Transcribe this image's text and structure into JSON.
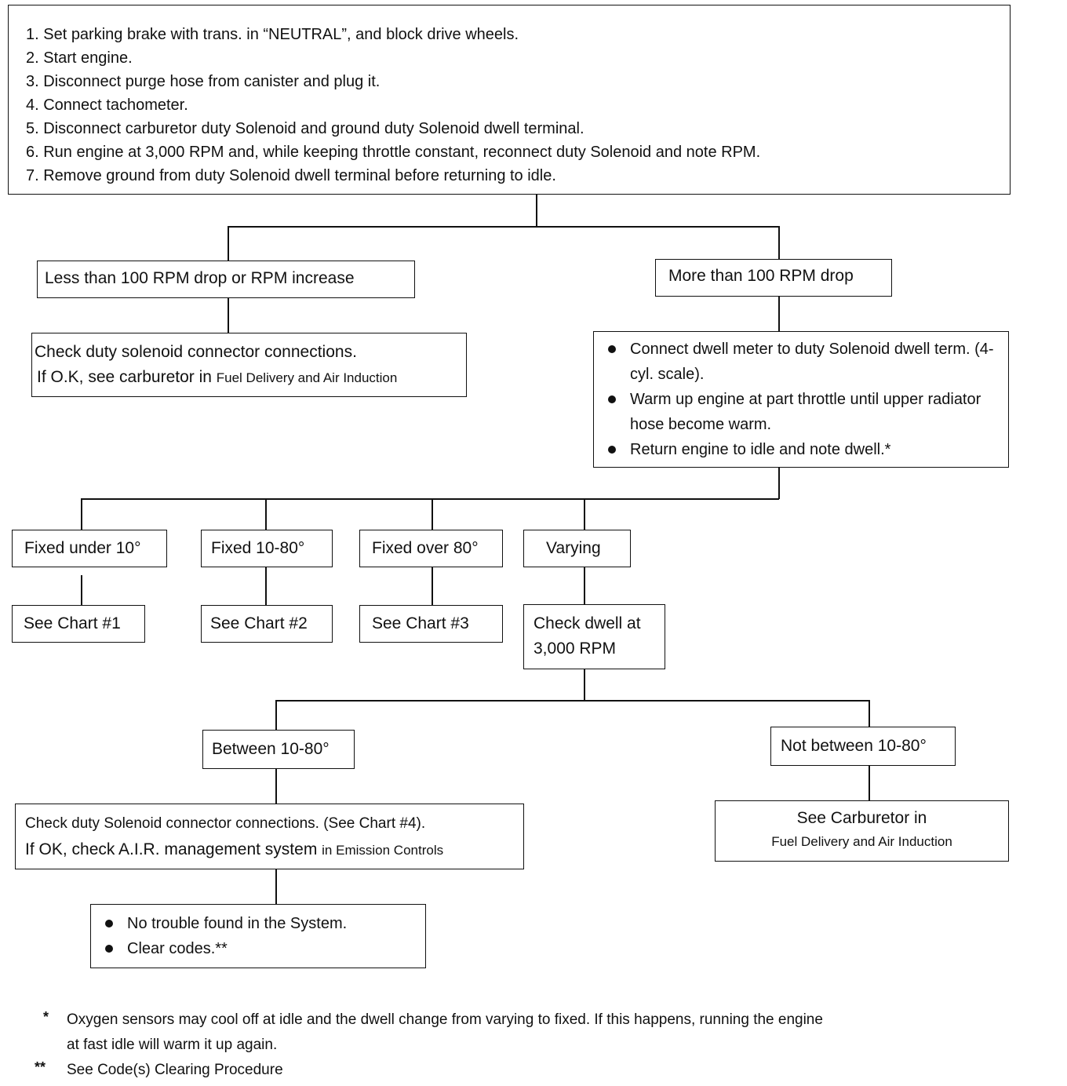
{
  "steps": [
    "1. Set parking brake with trans. in “NEUTRAL”, and block drive wheels.",
    "2. Start engine.",
    "3. Disconnect purge hose from canister and plug it.",
    "4. Connect tachometer.",
    "5. Disconnect carburetor duty Solenoid and ground duty Solenoid dwell terminal.",
    "6. Run engine at 3,000 RPM and, while keeping throttle constant, reconnect duty Solenoid and note RPM.",
    "7. Remove ground from duty Solenoid dwell terminal before returning to idle."
  ],
  "branch_left": "Less than 100 RPM drop or RPM increase",
  "branch_right": "More than 100 RPM drop",
  "check_connector": {
    "line1": "Check duty solenoid connector connections.",
    "line2_main": "If O.K, see carburetor in ",
    "line2_ref": "Fuel Delivery and Air Induction"
  },
  "dwell_steps": [
    "Connect dwell meter to duty Solenoid dwell term. (4-cyl. scale).",
    "Warm up engine at part throttle until upper radiator hose become warm.",
    "Return engine to idle and note dwell.*"
  ],
  "dwell_results": [
    {
      "label": "Fixed under 10°",
      "result": "See Chart #1"
    },
    {
      "label": "Fixed 10-80°",
      "result": "See Chart #2"
    },
    {
      "label": "Fixed over 80°",
      "result": "See Chart #3"
    },
    {
      "label": "Varying",
      "result": "Check dwell at 3,000 RPM"
    }
  ],
  "check_3000_line1": "Check dwell at",
  "check_3000_line2": "3,000 RPM",
  "between": "Between 10-80°",
  "not_between": "Not between 10-80°",
  "air_check": {
    "line1": "Check duty Solenoid connector connections. (See Chart #4).",
    "line2_main": "If OK, check A.I.R. management system ",
    "line2_ref": "in Emission Controls"
  },
  "see_carb": {
    "line1": "See Carburetor in",
    "line2": "Fuel Delivery and Air Induction"
  },
  "final": [
    "No trouble found in the System.",
    "Clear codes.**"
  ],
  "footnotes": [
    {
      "mark": "*",
      "line1": "Oxygen sensors may cool off at idle and the dwell change from varying to fixed. If this happens, running the engine",
      "line2": "at fast idle will warm it up again."
    },
    {
      "mark": "**",
      "line1": "See Code(s) Clearing Procedure"
    }
  ]
}
